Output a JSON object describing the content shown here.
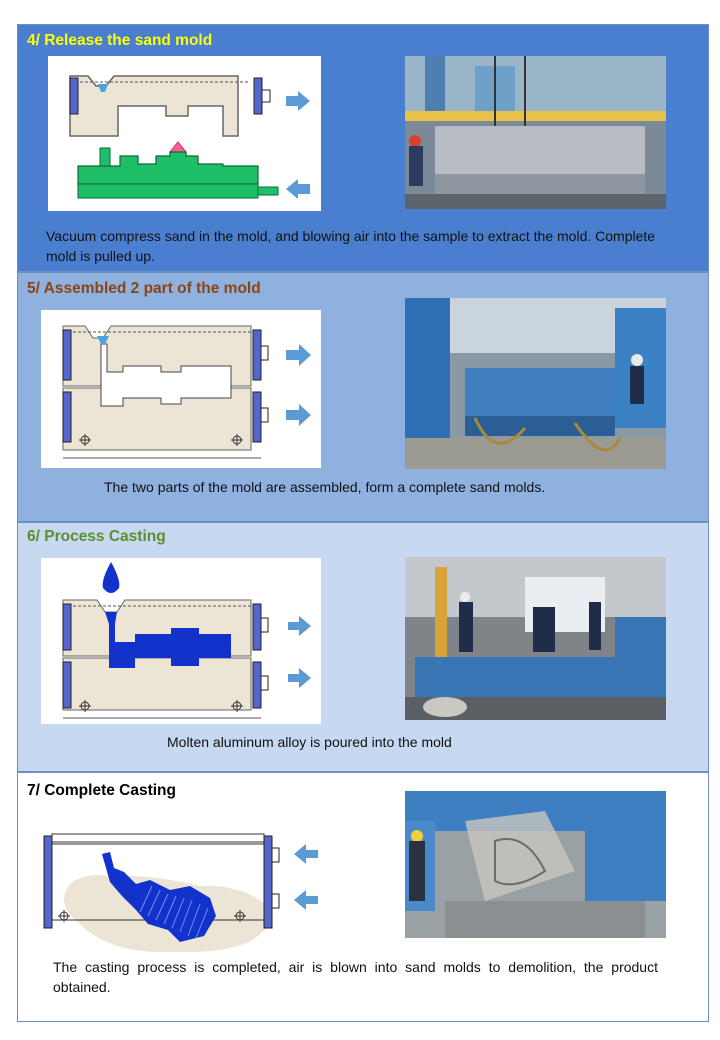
{
  "sections": [
    {
      "title": "4/ Release the sand mold",
      "caption": "Vacuum compress  sand in the mold, and blowing air into the sample to extract the mold. Complete mold is pulled up."
    },
    {
      "title": "5/ Assembled 2 part of the mold",
      "caption": "The two parts of the mold are assembled, form a complete sand molds."
    },
    {
      "title": "6/ Process Casting",
      "caption": "Molten aluminum alloy is poured into the mold"
    },
    {
      "title": "7/  Complete Casting",
      "caption": "The casting process is completed, air is blown into sand molds to demolition, the product obtained."
    }
  ],
  "colors": {
    "section4_bg": "#4a7fd0",
    "section5_bg": "#8fb1df",
    "section6_bg": "#c7d9f1",
    "section7_bg": "#ffffff",
    "mold_sand": "#ece5d6",
    "pattern_green": "#1fbf6a",
    "molten_blue": "#1133cc",
    "arrow_blue": "#5b9bd5"
  }
}
